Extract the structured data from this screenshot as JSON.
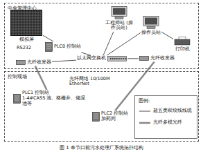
{
  "diagram": {
    "caption": "图 1 奉节口前污水处理厂系统拓扑结构",
    "nodes": [
      {
        "text": [
          "中央管理中心"
        ]
      },
      {
        "text": [
          "模拟屏"
        ],
        "in": 0
      },
      {
        "text": [
          "PLC0 控制站"
        ],
        "in": 0
      },
      {
        "text": [
          "工程师站 (操作员站)"
        ],
        "in": 0
      },
      {
        "text": [
          "操作员站"
        ],
        "in": 0
      },
      {
        "text": [
          "打印机"
        ],
        "in": 0
      },
      {
        "text": [
          "以太网交换机"
        ],
        "in": 0
      },
      {
        "text": [
          "光纤收发器"
        ],
        "in": 0
      },
      {
        "text": [
          "光纤收发器"
        ],
        "in": 0
      },
      {
        "text": [
          "控制现场"
        ]
      },
      {
        "text": [
          "PLC1 控制站",
          "1-4#CASS 池、格栅井、储泥池等"
        ],
        "in": 9
      },
      {
        "text": [
          "PLC2 控制站",
          "加药间"
        ],
        "in": 9
      }
    ],
    "edges": [
      {
        "from": 1,
        "to": 2,
        "arrow": "none"
      },
      {
        "from": 2,
        "to": 6,
        "arrow": "none"
      },
      {
        "from": 3,
        "to": 6,
        "arrow": "none"
      },
      {
        "from": 4,
        "to": 6,
        "arrow": "none"
      },
      {
        "from": 4,
        "to": 5,
        "arrow": "none"
      },
      {
        "from": 6,
        "to": 7,
        "arrow": "none"
      },
      {
        "from": 6,
        "to": 8,
        "arrow": "none"
      },
      {
        "from": 7,
        "to": 10,
        "arrow": "none"
      },
      {
        "from": 8,
        "to": 11,
        "arrow": "none"
      }
    ],
    "labels": [
      "RS232",
      "光纤网络 10/100M EtherNet",
      "图例:"
    ],
    "legend": [
      {
        "text": "超五类双绞线线缆"
      },
      {
        "text": "光纤多模光纤"
      }
    ]
  }
}
